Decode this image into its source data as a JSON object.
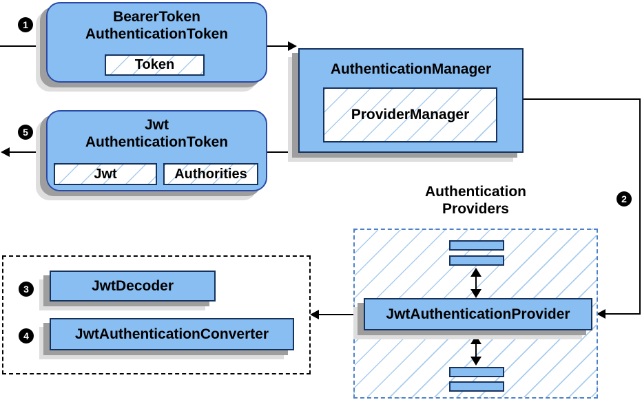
{
  "steps": [
    "1",
    "2",
    "3",
    "4",
    "5"
  ],
  "nodes": {
    "bearer_token": {
      "line1": "BearerToken",
      "line2": "AuthenticationToken",
      "chip": "Token"
    },
    "authentication_manager": {
      "title": "AuthenticationManager",
      "chip": "ProviderManager"
    },
    "jwt_token": {
      "line1": "Jwt",
      "line2": "AuthenticationToken",
      "chips": [
        "Jwt",
        "Authorities"
      ]
    },
    "providers_group": {
      "line1": "Authentication",
      "line2": "Providers"
    },
    "jwt_authentication_provider": {
      "label": "JwtAuthenticationProvider"
    },
    "jwt_decoder": {
      "label": "JwtDecoder"
    },
    "jwt_authentication_converter": {
      "label": "JwtAuthenticationConverter"
    }
  },
  "colors": {
    "node_fill": "#89BEF2",
    "rect_border": "#16325C",
    "rounded_border": "#2B4AA5",
    "hatch_line": "#A9CCEE",
    "providers_dash_border": "#4D80C4",
    "shadow_dark": "#9E9E9E",
    "shadow_light": "#DEDEDE",
    "connector": "#000000",
    "badge_bg": "#000000",
    "badge_text": "#FFFFFF"
  }
}
